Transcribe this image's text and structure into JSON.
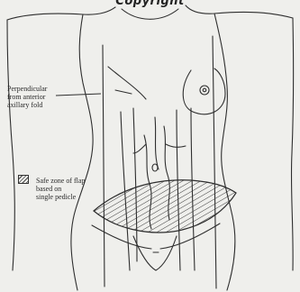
{
  "header": {
    "text": "Copyright"
  },
  "callouts": {
    "perpendicular": {
      "lines": [
        "Perpendicular",
        "from anterior",
        "axillary fold"
      ]
    },
    "safe_zone": {
      "lines": [
        "Safe zone of flap",
        "based on",
        "single pedicle"
      ]
    }
  },
  "colors": {
    "paper": "#efefec",
    "ink": "#2e2e2e",
    "hatch": "#3a3a3a"
  }
}
